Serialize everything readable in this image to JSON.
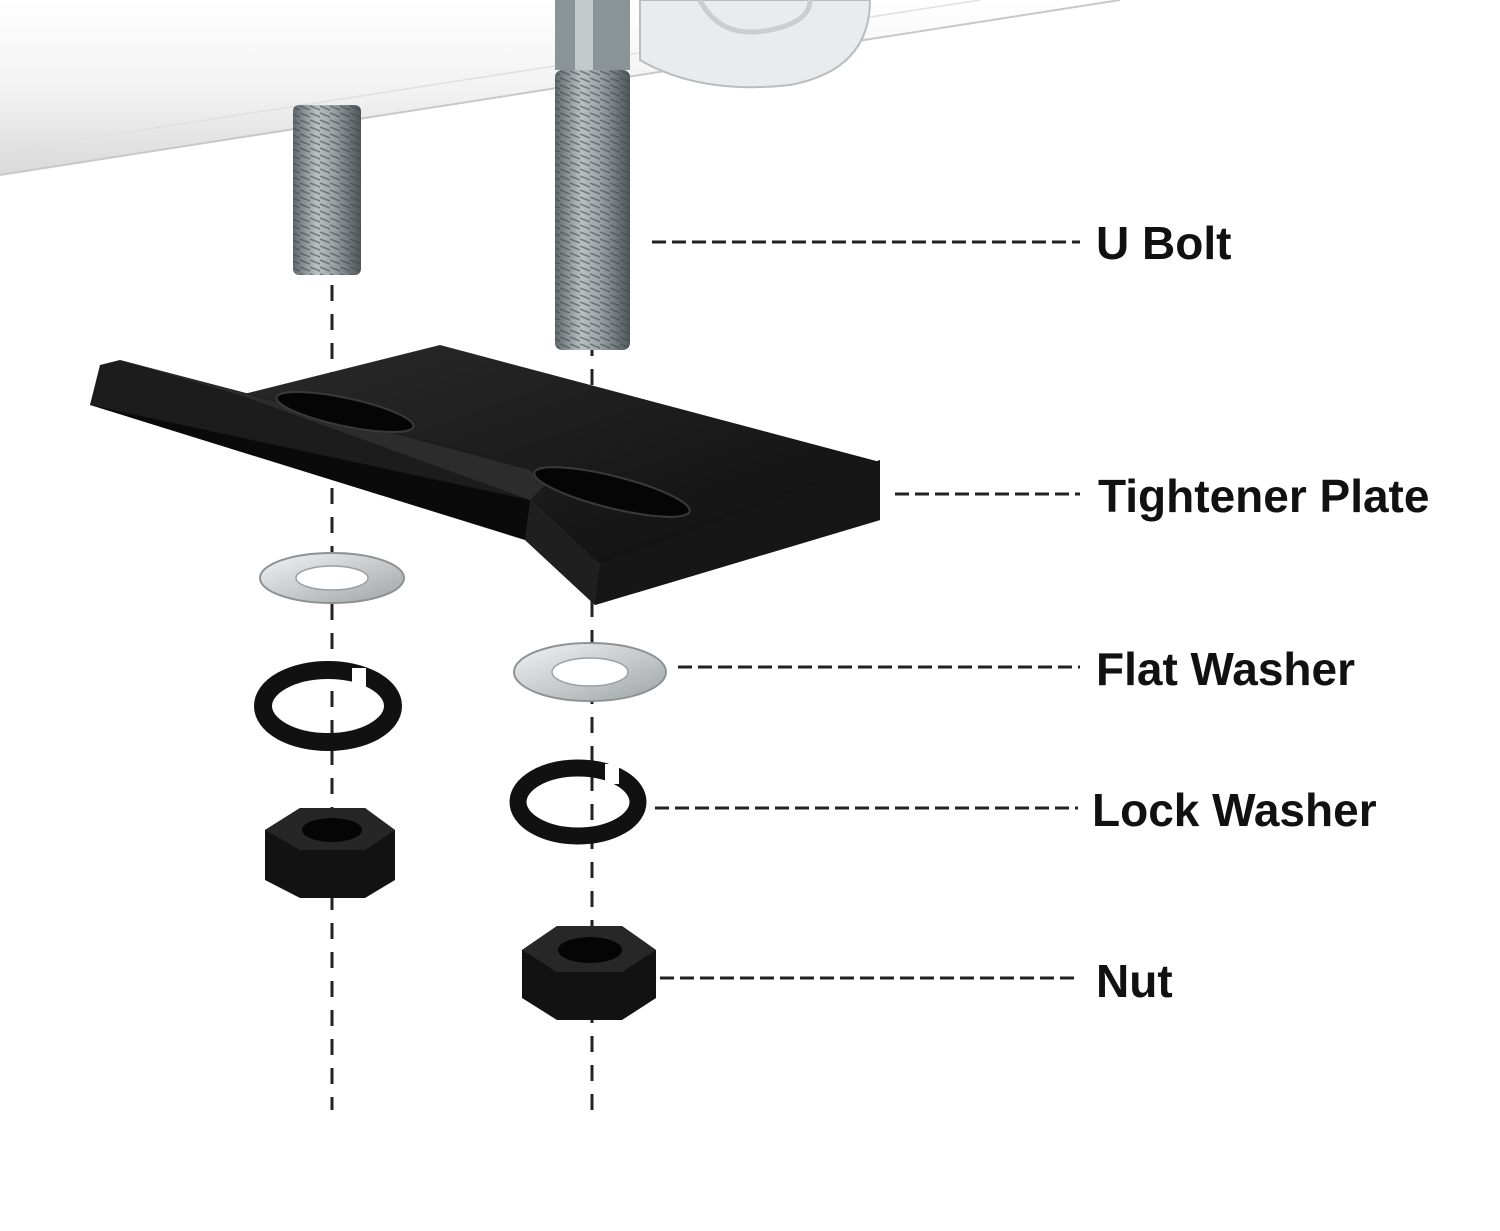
{
  "diagram": {
    "labels": {
      "u_bolt": "U Bolt",
      "tightener_plate": "Tightener Plate",
      "flat_washer": "Flat Washer",
      "lock_washer": "Lock Washer",
      "nut": "Nut"
    },
    "colors": {
      "label_text": "#111111",
      "plate": "#141414",
      "bolt_thread": "#8f989b",
      "flat_washer": "#d5d8da",
      "hardware_black": "#121212",
      "rail": "#f4f4f4",
      "leader_line": "#222222"
    }
  }
}
